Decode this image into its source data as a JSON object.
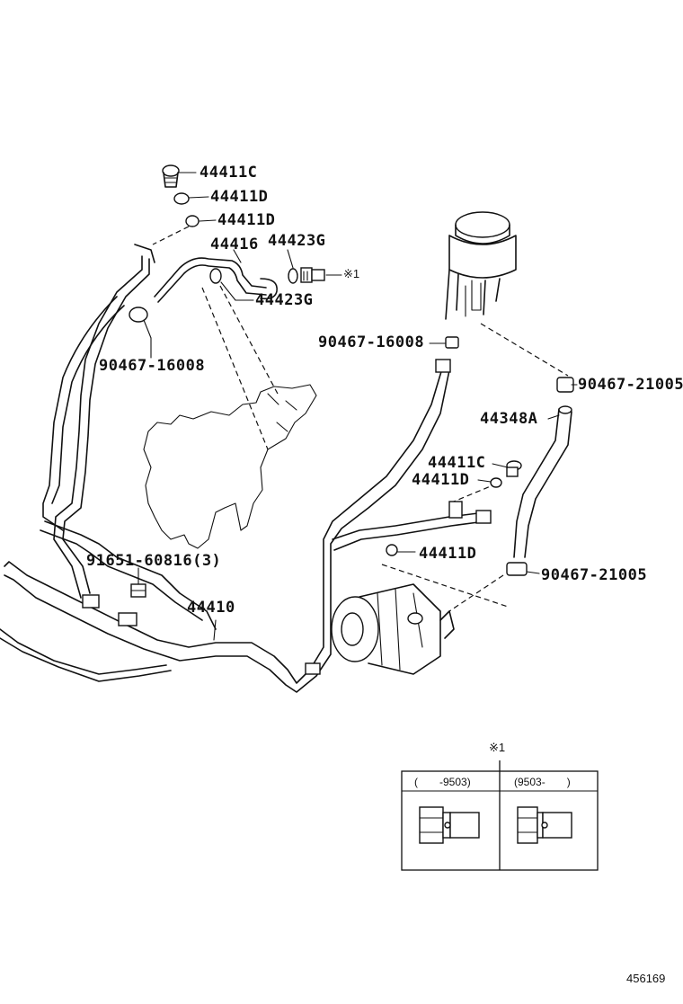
{
  "labels": {
    "p44411C_top": "44411C",
    "p44411D_1": "44411D",
    "p44411D_2": "44411D",
    "p44416": "44416",
    "p44423G_top": "44423G",
    "ref1": "※1",
    "p44423G_mid": "44423G",
    "p90467_16008_left": "90467-16008",
    "p90467_16008_mid": "90467-16008",
    "p90467_21005_right": "90467-21005",
    "p44348A": "44348A",
    "p44411C_mid": "44411C",
    "p44411D_mid": "44411D",
    "p91651": "91651-60816(3)",
    "p44411D_low": "44411D",
    "p90467_21005_low": "90467-21005",
    "p44410": "44410"
  },
  "inset": {
    "title": "※1",
    "col_left": "(　　-9503)",
    "col_right": "(9503-　　)"
  },
  "figure_number": "456169"
}
